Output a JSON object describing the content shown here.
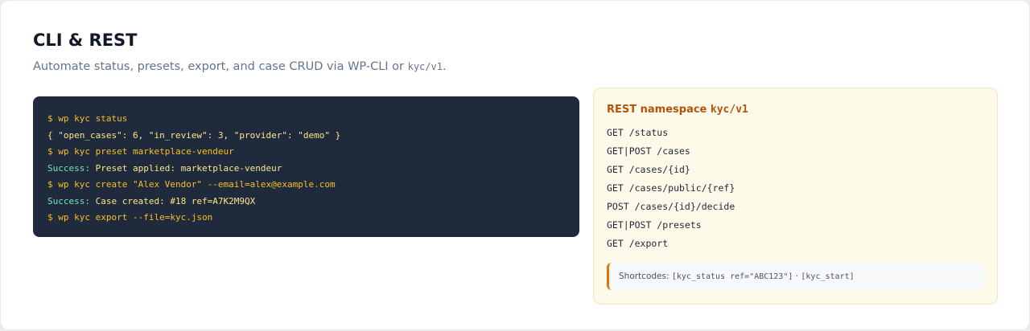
{
  "header": {
    "title": "CLI & REST",
    "subtitle_pre": "Automate status, presets, export, and case CRUD via WP-CLI or ",
    "subtitle_code": "kyc/v1",
    "subtitle_post": "."
  },
  "terminal": {
    "lines": [
      {
        "kind": "prompt",
        "prefix": "$ ",
        "text": "wp kyc status"
      },
      {
        "kind": "output",
        "text": "{ \"open_cases\": 6, \"in_review\": 3, \"provider\": \"demo\" }"
      },
      {
        "kind": "prompt",
        "prefix": "$ ",
        "text": "wp kyc preset marketplace-vendeur"
      },
      {
        "kind": "success",
        "prefix": "Success:",
        "text": " Preset applied: marketplace-vendeur"
      },
      {
        "kind": "prompt",
        "prefix": "$ ",
        "text": "wp kyc create \"Alex Vendor\" --email=alex@example.com"
      },
      {
        "kind": "success",
        "prefix": "Success:",
        "text": " Case created: #18 ref=A7K2M9QX"
      },
      {
        "kind": "prompt",
        "prefix": "$ ",
        "text": "wp kyc export --file=kyc.json"
      }
    ]
  },
  "rest": {
    "heading_label": "REST namespace ",
    "namespace": "kyc/v1",
    "routes": [
      "GET /status",
      "GET|POST /cases",
      "GET /cases/{id}",
      "GET /cases/public/{ref}",
      "POST /cases/{id}/decide",
      "GET|POST /presets",
      "GET /export"
    ],
    "shortcodes": {
      "label": "Shortcodes: ",
      "code1": "[kyc_status ref=\"ABC123\"]",
      "separator": " · ",
      "code2": "[kyc_start]"
    }
  }
}
